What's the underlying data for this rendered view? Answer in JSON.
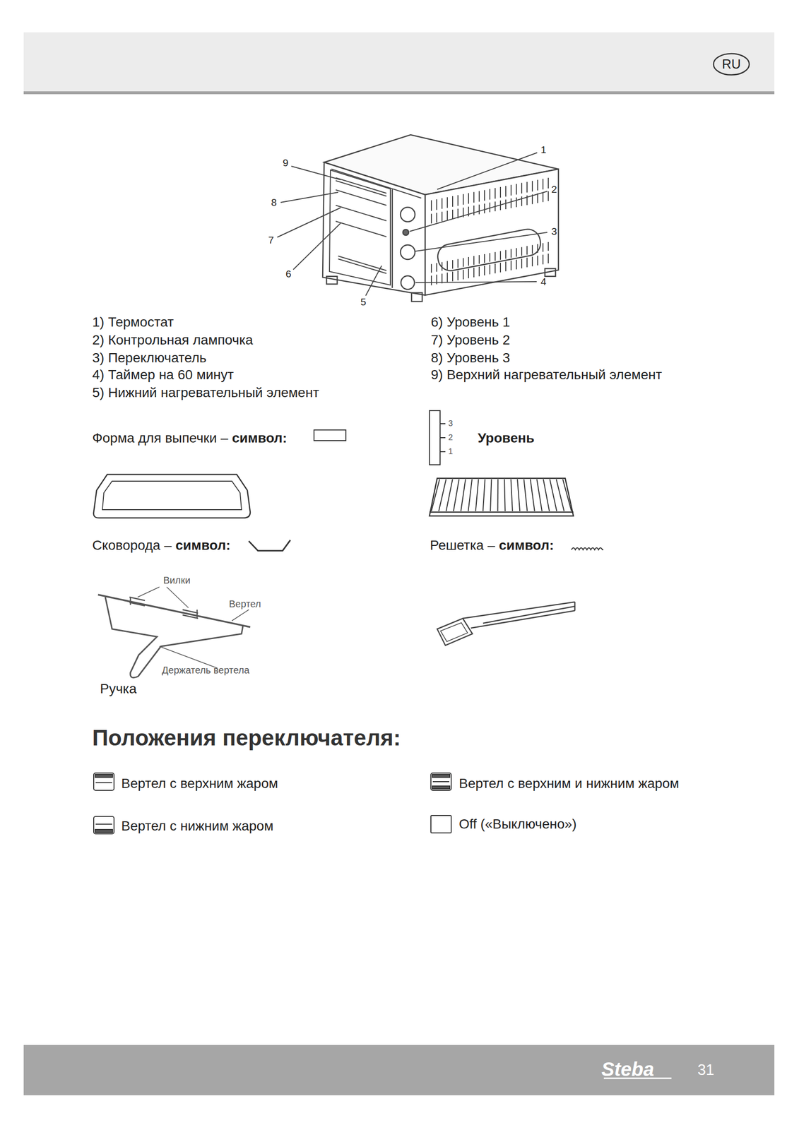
{
  "diagram": {
    "title": "Положения переключателя:",
    "labels": [
      "RU",
      "1",
      "2",
      "3",
      "4",
      "5",
      "6",
      "7",
      "8",
      "9",
      "1) Термостат",
      "2) Контрольная лампочка",
      "3) Переключатель",
      "4) Таймер на 60 минут",
      "5) Нижний нагревательный элемент",
      "6) Уровень 1",
      "7) Уровень 2",
      "8) Уровень 3",
      "9) Верхний нагревательный элемент",
      "Форма для выпечки –",
      "символ:",
      "3",
      "2",
      "1",
      "Уровень",
      "Сковорода –",
      "символ:",
      "Решетка –",
      "символ:",
      "Вилки",
      "Вертел",
      "Держатель вертела",
      "Ручка",
      "Вертел с верхним жаром",
      "Вертел с верхним и нижним жаром",
      "Вертел с нижним жаром",
      "Off («Выключено»)",
      "Steba",
      "31"
    ]
  }
}
